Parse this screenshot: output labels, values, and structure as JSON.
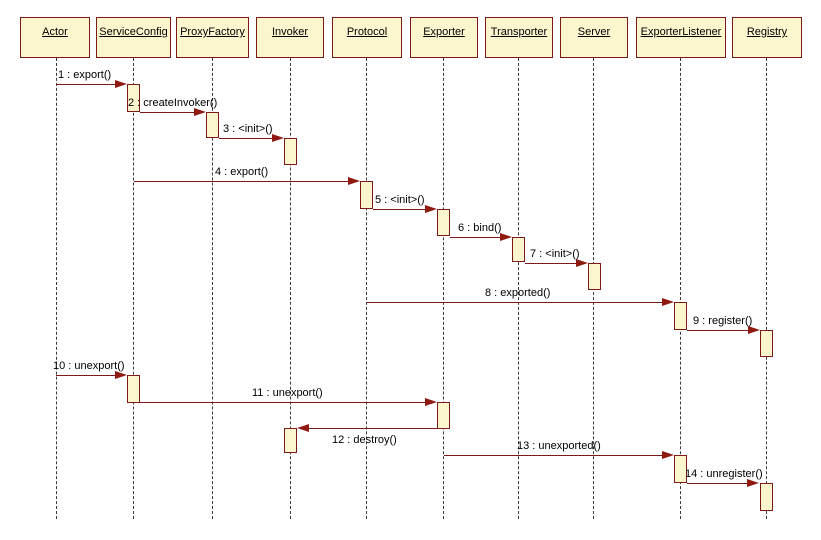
{
  "diagram": {
    "type": "uml-sequence-diagram",
    "background_color": "#ffffff",
    "colors": {
      "shape_fill": "#fcf6ce",
      "shape_border": "#7c1a1a",
      "message_line": "#7c1a1a",
      "arrowhead": "#8e1a12",
      "lifeline_dash": "#3a3a3a",
      "label_text": "#000000"
    },
    "lifelines": [
      {
        "name": "Actor"
      },
      {
        "name": "ServiceConfig"
      },
      {
        "name": "ProxyFactory"
      },
      {
        "name": "Invoker"
      },
      {
        "name": "Protocol"
      },
      {
        "name": "Exporter"
      },
      {
        "name": "Transporter"
      },
      {
        "name": "Server"
      },
      {
        "name": "ExporterListener"
      },
      {
        "name": "Registry"
      }
    ],
    "messages": [
      {
        "label": "1 : export()",
        "from": "Actor",
        "to": "ServiceConfig",
        "direction": "right"
      },
      {
        "label": "2 : createInvoker()",
        "from": "ServiceConfig",
        "to": "ProxyFactory",
        "direction": "right"
      },
      {
        "label": "3 : <init>()",
        "from": "ProxyFactory",
        "to": "Invoker",
        "direction": "right"
      },
      {
        "label": "4 : export()",
        "from": "ServiceConfig",
        "to": "Protocol",
        "direction": "right"
      },
      {
        "label": "5 : <init>()",
        "from": "Protocol",
        "to": "Exporter",
        "direction": "right"
      },
      {
        "label": "6 : bind()",
        "from": "Exporter",
        "to": "Transporter",
        "direction": "right"
      },
      {
        "label": "7 : <init>()",
        "from": "Transporter",
        "to": "Server",
        "direction": "right"
      },
      {
        "label": "8 : exported()",
        "from": "Protocol",
        "to": "ExporterListener",
        "direction": "right"
      },
      {
        "label": "9 : register()",
        "from": "ExporterListener",
        "to": "Registry",
        "direction": "right"
      },
      {
        "label": "10 : unexport()",
        "from": "Actor",
        "to": "ServiceConfig",
        "direction": "right"
      },
      {
        "label": "11 : unexport()",
        "from": "ServiceConfig",
        "to": "Exporter",
        "direction": "right"
      },
      {
        "label": "12 : destroy()",
        "from": "Exporter",
        "to": "Invoker",
        "direction": "left"
      },
      {
        "label": "13 : unexported()",
        "from": "Exporter",
        "to": "ExporterListener",
        "direction": "right"
      },
      {
        "label": "14 : unregister()",
        "from": "ExporterListener",
        "to": "Registry",
        "direction": "right"
      }
    ]
  }
}
